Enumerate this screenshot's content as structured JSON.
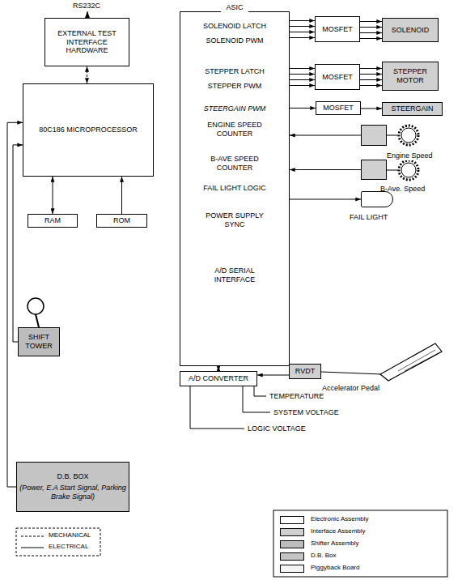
{
  "diagram": {
    "nodes": [
      {
        "text": [
          "EXTERNAL TEST INTERFACE HARDWARE"
        ]
      },
      {
        "text": [
          "ASIC",
          "SOLENOID LATCH",
          "SOLENOID PWM",
          "STEPPER LATCH",
          "STEPPER PWM",
          "STEERGAIN PWM",
          "ENGINE SPEED COUNTER",
          "B-AVE SPEED COUNTER",
          "FAIL LIGHT LOGIC",
          "POWER SUPPLY SYNC",
          "A/D SERIAL INTERFACE"
        ]
      },
      {
        "text": [
          "MOSFET"
        ]
      },
      {
        "text": [
          "SOLENOID"
        ]
      },
      {
        "text": [
          "80C186 MICROPROCESSOR"
        ]
      },
      {
        "text": [
          "MOSFET"
        ]
      },
      {
        "text": [
          "STEPPER MOTOR"
        ]
      },
      {
        "text": [
          "MOSFET"
        ]
      },
      {
        "text": [
          "STEERGAIN"
        ]
      },
      {
        "text": [
          "Engine Speed"
        ]
      },
      {
        "text": [
          "B-Ave. Speed"
        ]
      },
      {
        "text": [
          "FAIL LIGHT"
        ]
      },
      {
        "text": [
          "RAM"
        ]
      },
      {
        "text": [
          "ROM"
        ]
      },
      {
        "text": [
          "SHIFT TOWER"
        ]
      },
      {
        "text": [
          "A/D CONVERTER"
        ]
      },
      {
        "text": [
          "RVDT"
        ]
      },
      {
        "text": [
          "D.B. BOX",
          "(Power, E.A Start Signal, Parking Brake Signal)"
        ]
      }
    ],
    "edges": [
      {
        "from": 0,
        "to": 4,
        "arrow": "both"
      },
      {
        "from": 1,
        "to": 2,
        "arrow": "to"
      },
      {
        "from": 2,
        "to": 3,
        "arrow": "to"
      },
      {
        "from": 1,
        "to": 5,
        "arrow": "to"
      },
      {
        "from": 5,
        "to": 6,
        "arrow": "to"
      },
      {
        "from": 1,
        "to": 7,
        "arrow": "to"
      },
      {
        "from": 7,
        "to": 8,
        "arrow": "to"
      },
      {
        "from": 4,
        "to": 12,
        "arrow": "both"
      },
      {
        "from": 13,
        "to": 4,
        "arrow": "to"
      },
      {
        "from": 9,
        "to": 1,
        "arrow": "to"
      },
      {
        "from": 10,
        "to": 1,
        "arrow": "to"
      },
      {
        "from": 1,
        "to": 11,
        "arrow": "to"
      },
      {
        "from": 1,
        "to": 15,
        "arrow": "both"
      },
      {
        "from": 16,
        "to": 15,
        "arrow": "to"
      },
      {
        "from": 14,
        "to": 4,
        "arrow": "to"
      },
      {
        "from": 17,
        "to": 4,
        "arrow": "to"
      }
    ],
    "labels": [
      "RS232C",
      "TEMPERATURE",
      "SYSTEM VOLTAGE",
      "LOGIC VOLTAGE",
      "Accelerator Pedal"
    ],
    "legend": [
      {
        "text": "MECHANICAL"
      },
      {
        "text": "ELECTRICAL"
      },
      {
        "text": "Electronic Assembly",
        "color": "#ffffff"
      },
      {
        "text": "Interface Assembly",
        "color": "#d0d0d0"
      },
      {
        "text": "Shifter Assembly",
        "color": "#bcbcbc"
      },
      {
        "text": "D.B. Box",
        "color": "#c4c4c4"
      },
      {
        "text": "Piggyback Board",
        "color": "#f4f4f4"
      }
    ]
  }
}
